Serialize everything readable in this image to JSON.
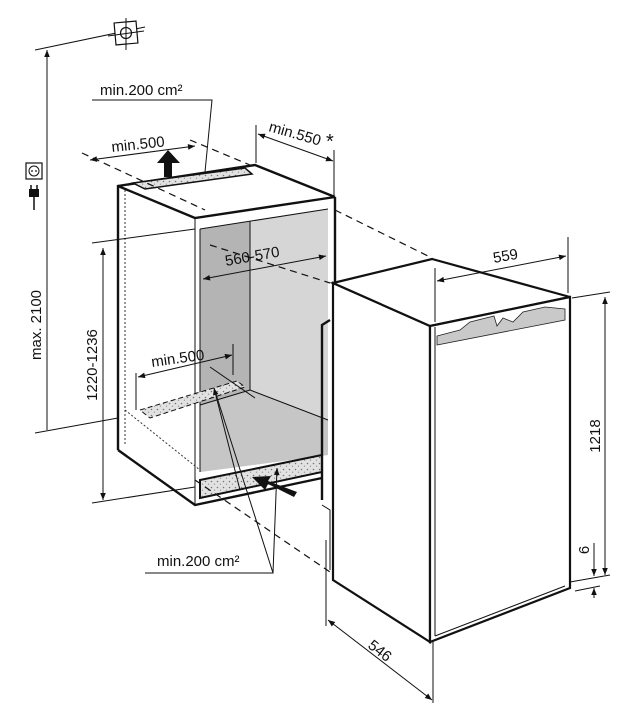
{
  "diagram": {
    "title": "Built-in refrigerator installation dimensions",
    "labels": {
      "max_height": "max. 2100",
      "top_vent_area": "min.200 cm²",
      "top_vent_depth": "min.500",
      "niche_depth": "min.550",
      "niche_depth_note": "*",
      "niche_width": "560-570",
      "niche_height": "1220-1236",
      "bottom_vent_depth": "min.500",
      "bottom_vent_area": "min.200 cm²",
      "appliance_width": "559",
      "appliance_height": "1218",
      "door_offset": "6",
      "appliance_depth": "546"
    },
    "icons": [
      "target-center-icon",
      "power-socket-icon",
      "power-plug-icon",
      "airflow-up-arrow-icon",
      "airflow-in-arrow-icon"
    ],
    "colors": {
      "line": "#111111",
      "interior_light": "#d6d6d6",
      "interior_dark": "#b4b4b4",
      "vent": "#cfcfcf"
    }
  }
}
